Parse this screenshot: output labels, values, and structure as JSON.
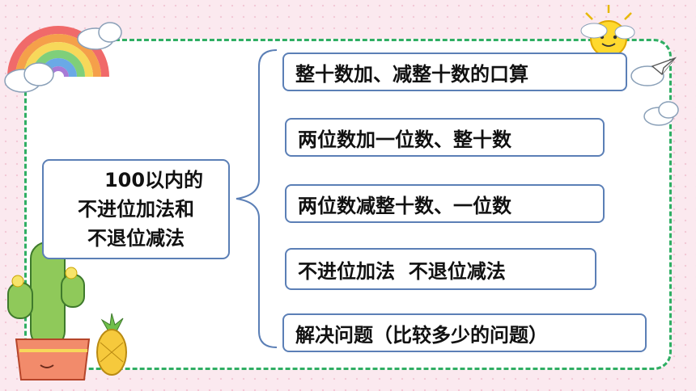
{
  "topic": {
    "line1": "100以内的",
    "line2": "不进位加法和",
    "line3": "不退位减法"
  },
  "items": [
    "整十数加、减整十数的口算",
    "两位数加一位数、整十数",
    "两位数减整十数、一位数",
    "不进位加法  不退位减法",
    "解决问题（比较多少的问题）"
  ],
  "colors": {
    "background": "#fbe9ef",
    "dashed_border": "#2fae63",
    "box_border": "#5b7fb6"
  }
}
